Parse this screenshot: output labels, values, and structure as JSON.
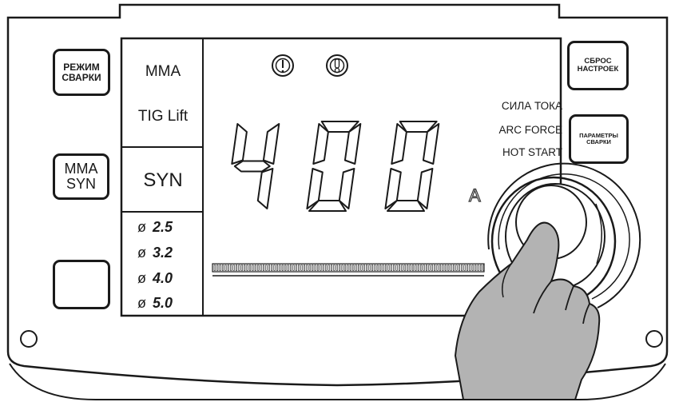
{
  "buttons": {
    "mode": {
      "line1": "РЕЖИМ",
      "line2": "СВАРКИ"
    },
    "mma_syn": {
      "line1": "MMA",
      "line2": "SYN"
    },
    "reset": {
      "line1": "СБРОС",
      "line2": "НАСТРОЕК"
    },
    "params": {
      "line1": "ПАРАМЕТРЫ",
      "line2": "СВАРКИ"
    }
  },
  "modes": {
    "mma": "MMA",
    "tig_lift": "TIG Lift",
    "syn": "SYN"
  },
  "diameters": {
    "symbol": "ø",
    "values": [
      "2.5",
      "3.2",
      "4.0",
      "5.0"
    ]
  },
  "parameters": [
    "СИЛА ТОКА",
    "ARC FORCE",
    "HOT START"
  ],
  "display": {
    "value": "400",
    "unit": "A"
  },
  "icons": {
    "warning": "exclamation-icon",
    "temperature": "thermometer-icon",
    "electrode": "electrode-icon",
    "hand": "hand-pointer-icon",
    "knob": "control-knob-icon"
  }
}
